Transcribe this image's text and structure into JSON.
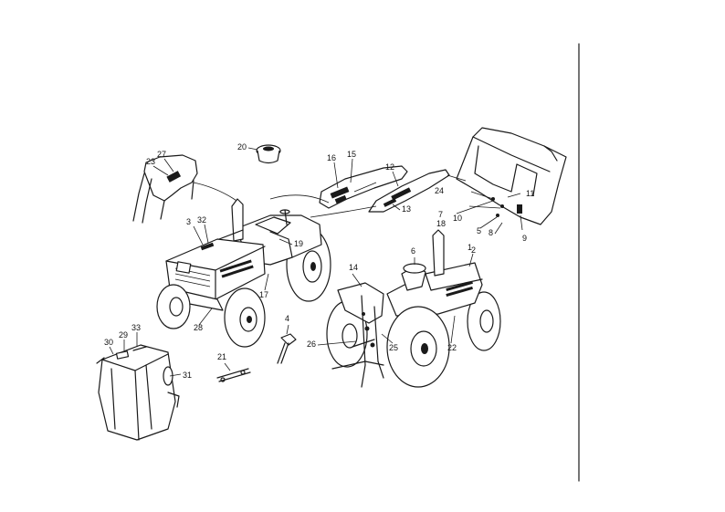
{
  "callouts": [
    {
      "id": "c1",
      "text": "1"
    },
    {
      "id": "c2",
      "text": "2"
    },
    {
      "id": "c3",
      "text": "3"
    },
    {
      "id": "c4",
      "text": "4"
    },
    {
      "id": "c5",
      "text": "5"
    },
    {
      "id": "c6",
      "text": "6"
    },
    {
      "id": "c7",
      "text": "7"
    },
    {
      "id": "c8",
      "text": "8"
    },
    {
      "id": "c9",
      "text": "9"
    },
    {
      "id": "c10",
      "text": "10"
    },
    {
      "id": "c11",
      "text": "11"
    },
    {
      "id": "c12",
      "text": "12"
    },
    {
      "id": "c13",
      "text": "13"
    },
    {
      "id": "c14",
      "text": "14"
    },
    {
      "id": "c15",
      "text": "15"
    },
    {
      "id": "c16",
      "text": "16"
    },
    {
      "id": "c17",
      "text": "17"
    },
    {
      "id": "c18",
      "text": "18"
    },
    {
      "id": "c19",
      "text": "19"
    },
    {
      "id": "c20",
      "text": "20"
    },
    {
      "id": "c21",
      "text": "21"
    },
    {
      "id": "c22",
      "text": "22"
    },
    {
      "id": "c23",
      "text": "23"
    },
    {
      "id": "c24",
      "text": "24"
    },
    {
      "id": "c25",
      "text": "25"
    },
    {
      "id": "c26",
      "text": "26"
    },
    {
      "id": "c27",
      "text": "27"
    },
    {
      "id": "c28",
      "text": "28"
    },
    {
      "id": "c29",
      "text": "29"
    },
    {
      "id": "c30",
      "text": "30"
    },
    {
      "id": "c31",
      "text": "31"
    },
    {
      "id": "c32",
      "text": "32"
    },
    {
      "id": "c33",
      "text": "33"
    }
  ],
  "colors": {
    "ink": "#1a1a1a",
    "paper": "#ffffff"
  }
}
